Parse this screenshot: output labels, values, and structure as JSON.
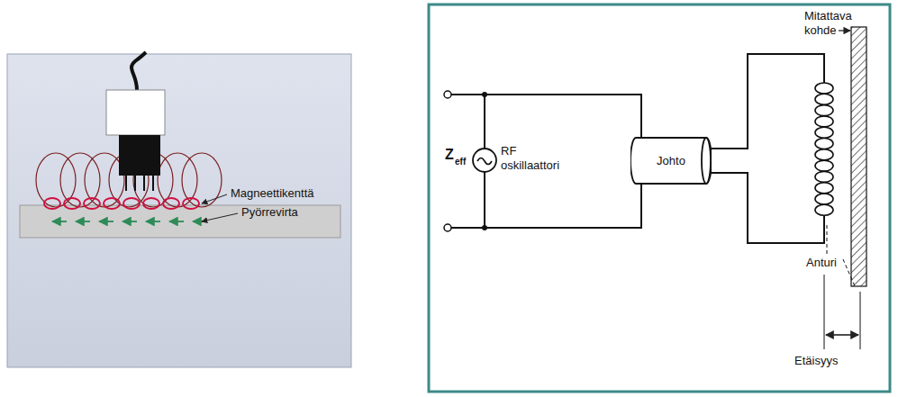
{
  "diagram": {
    "nodes": [
      {
        "text": [
          "Johto"
        ]
      }
    ],
    "labels": [
      "Magneettikenttä",
      "Pyörrevirta",
      "Z",
      "eff",
      "RF oskillaattori",
      "Mitattava kohde",
      "Anturi",
      "Etäisyys"
    ]
  }
}
